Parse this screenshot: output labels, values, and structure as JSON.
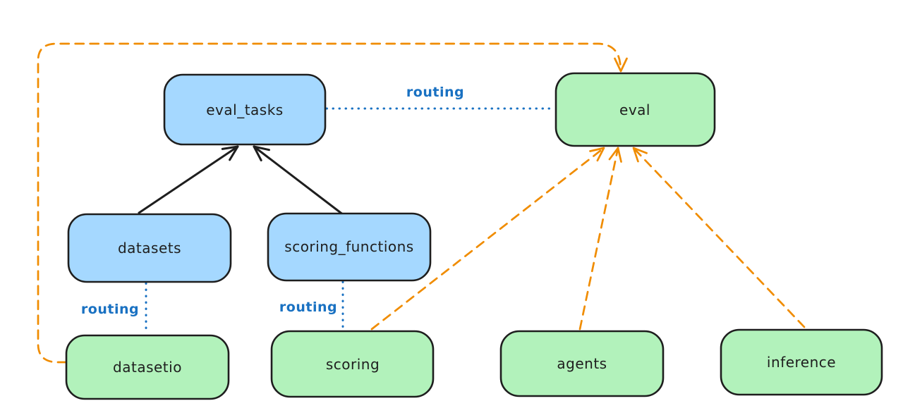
{
  "diagram": {
    "colors": {
      "background": "#ffffff",
      "blue_fill": "#a5d8ff",
      "green_fill": "#b2f2bb",
      "node_stroke": "#1e1e1e",
      "routing_blue": "#1971c2",
      "arrow_black": "#1e1e1e",
      "arrow_orange": "#f08c00"
    },
    "nodes": [
      {
        "id": "eval_tasks",
        "label": "eval_tasks",
        "kind": "blue"
      },
      {
        "id": "eval",
        "label": "eval",
        "kind": "green"
      },
      {
        "id": "datasets",
        "label": "datasets",
        "kind": "blue"
      },
      {
        "id": "scoring_functions",
        "label": "scoring_functions",
        "kind": "blue"
      },
      {
        "id": "datasetio",
        "label": "datasetio",
        "kind": "green"
      },
      {
        "id": "scoring",
        "label": "scoring",
        "kind": "green"
      },
      {
        "id": "agents",
        "label": "agents",
        "kind": "green"
      },
      {
        "id": "inference",
        "label": "inference",
        "kind": "green"
      }
    ],
    "edge_labels": [
      {
        "id": "routing-top",
        "text": "routing"
      },
      {
        "id": "routing-left",
        "text": "routing"
      },
      {
        "id": "routing-mid",
        "text": "routing"
      }
    ],
    "edges": [
      {
        "from": "datasets",
        "to": "eval_tasks",
        "style": "solid-black-arrow",
        "label": ""
      },
      {
        "from": "scoring_functions",
        "to": "eval_tasks",
        "style": "solid-black-arrow",
        "label": ""
      },
      {
        "from": "eval_tasks",
        "to": "eval",
        "style": "dotted-blue",
        "label": "routing"
      },
      {
        "from": "datasets",
        "to": "datasetio",
        "style": "dotted-blue",
        "label": "routing"
      },
      {
        "from": "scoring_functions",
        "to": "scoring",
        "style": "dotted-blue",
        "label": "routing"
      },
      {
        "from": "datasetio",
        "to": "eval",
        "style": "dashed-orange-arrow",
        "label": ""
      },
      {
        "from": "scoring",
        "to": "eval",
        "style": "dashed-orange-arrow",
        "label": ""
      },
      {
        "from": "agents",
        "to": "eval",
        "style": "dashed-orange-arrow",
        "label": ""
      },
      {
        "from": "inference",
        "to": "eval",
        "style": "dashed-orange-arrow",
        "label": ""
      }
    ]
  }
}
